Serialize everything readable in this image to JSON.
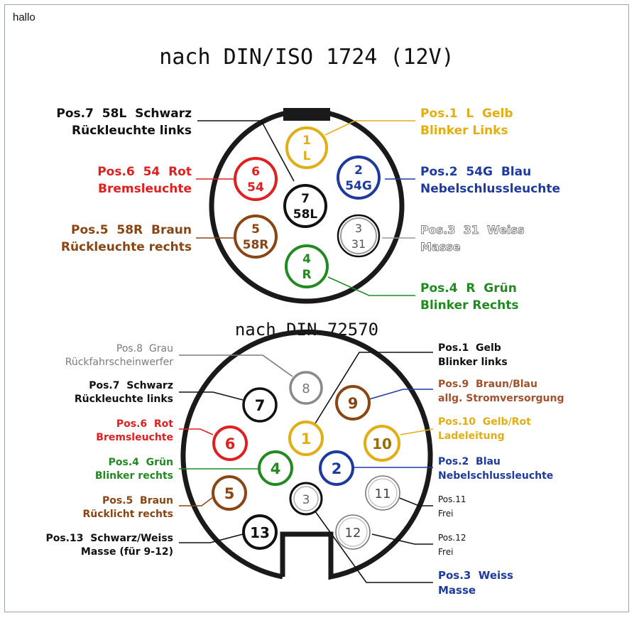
{
  "corner_label": "hallo",
  "colors": {
    "yellow": "#e2ae13",
    "blue": "#1e3a9e",
    "white": "#9a9a9a",
    "green": "#218a21",
    "brown": "#8b4513",
    "red": "#e02020",
    "black": "#111111",
    "grey": "#7b7b7b"
  },
  "top": {
    "title": "nach DIN/ISO 1724 (12V)",
    "pins": [
      {
        "top": "1",
        "bottom": "L",
        "color": "yellow"
      },
      {
        "top": "2",
        "bottom": "54G",
        "color": "blue"
      },
      {
        "top": "3",
        "bottom": "31",
        "color": "white"
      },
      {
        "top": "4",
        "bottom": "R",
        "color": "green"
      },
      {
        "top": "5",
        "bottom": "58R",
        "color": "brown"
      },
      {
        "top": "6",
        "bottom": "54",
        "color": "red"
      },
      {
        "top": "7",
        "bottom": "58L",
        "color": "black"
      }
    ],
    "labels": [
      {
        "line1": "Pos.7  58L  Schwarz",
        "line2": "Rückleuchte links",
        "color": "black"
      },
      {
        "line1": "Pos.6  54  Rot",
        "line2": "Bremsleuchte",
        "color": "red"
      },
      {
        "line1": "Pos.5  58R  Braun",
        "line2": "Rückleuchte rechts",
        "color": "brown"
      },
      {
        "line1": "Pos.1  L  Gelb",
        "line2": "Blinker Links",
        "color": "yellow"
      },
      {
        "line1": "Pos.2  54G  Blau",
        "line2": "Nebelschlussleuchte",
        "color": "blue"
      },
      {
        "line1": "Pos.3  31  Weiss",
        "line2": "Masse",
        "color": "white"
      },
      {
        "line1": "Pos.4  R  Grün",
        "line2": "Blinker Rechts",
        "color": "green"
      }
    ]
  },
  "bottom": {
    "title": "nach DIN 72570",
    "pins": [
      {
        "num": "8",
        "color": "grey"
      },
      {
        "num": "7",
        "color": "black"
      },
      {
        "num": "9",
        "color": "brown"
      },
      {
        "num": "1",
        "color": "yellow"
      },
      {
        "num": "6",
        "color": "red"
      },
      {
        "num": "10",
        "color": "yellow"
      },
      {
        "num": "4",
        "color": "green"
      },
      {
        "num": "2",
        "color": "blue"
      },
      {
        "num": "5",
        "color": "brown"
      },
      {
        "num": "3",
        "color": "grey"
      },
      {
        "num": "11",
        "color": "white"
      },
      {
        "num": "13",
        "color": "black"
      },
      {
        "num": "12",
        "color": "white"
      }
    ],
    "labels": [
      {
        "line1": "Pos.8  Grau",
        "line2": "Rückfahrscheinwerfer",
        "color": "grey"
      },
      {
        "line1": "Pos.7  Schwarz",
        "line2": "Rückleuchte links",
        "color": "black"
      },
      {
        "line1": "Pos.6  Rot",
        "line2": "Bremsleuchte",
        "color": "red"
      },
      {
        "line1": "Pos.4  Grün",
        "line2": "Blinker rechts",
        "color": "green"
      },
      {
        "line1": "Pos.5  Braun",
        "line2": "Rücklicht rechts",
        "color": "brown"
      },
      {
        "line1": "Pos.13  Schwarz/Weiss",
        "line2": "Masse (für 9-12)",
        "color": "black"
      },
      {
        "line1": "Pos.1  Gelb",
        "line2": "Blinker links",
        "color": "black"
      },
      {
        "line1": "Pos.9  Braun/Blau",
        "line2": "allg. Stromversorgung",
        "color": "brown"
      },
      {
        "line1": "Pos.10  Gelb/Rot",
        "line2": "Ladeleitung",
        "color": "yellow"
      },
      {
        "line1": "Pos.2  Blau",
        "line2": "Nebelschlussleuchte",
        "color": "blue"
      },
      {
        "line1": "Pos.11",
        "line2": "Frei",
        "color": "black"
      },
      {
        "line1": "Pos.12",
        "line2": "Frei",
        "color": "black"
      },
      {
        "line1": "Pos.3  Weiss",
        "line2": "Masse",
        "color": "blue"
      }
    ]
  }
}
